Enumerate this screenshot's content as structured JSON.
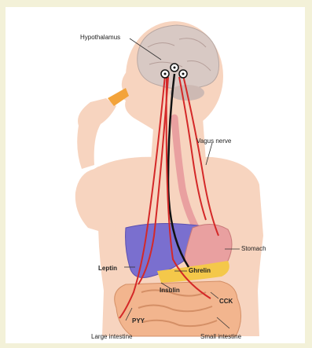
{
  "labels": {
    "hypothalamus": "Hypothalamus",
    "vagus_nerve": "Vagus nerve",
    "stomach": "Stomach",
    "leptin": "Leptin",
    "ghrelin": "Ghrelin",
    "insulin": "Insulin",
    "cck": "CCK",
    "pyy": "PYY",
    "large_intestine": "Large intestine",
    "small_intestine": "Small intestine"
  },
  "colors": {
    "background": "#f3f1d8",
    "skin": "#f7d4bf",
    "liver": "#7a6fcf",
    "stomach": "#e9a0a0",
    "pancreas": "#f4c84a",
    "intestine": "#f2b58e",
    "nerve_red": "#d42828",
    "nerve_black": "#111111",
    "brain": "#d8c9c4",
    "chip": "#f3a33a"
  }
}
